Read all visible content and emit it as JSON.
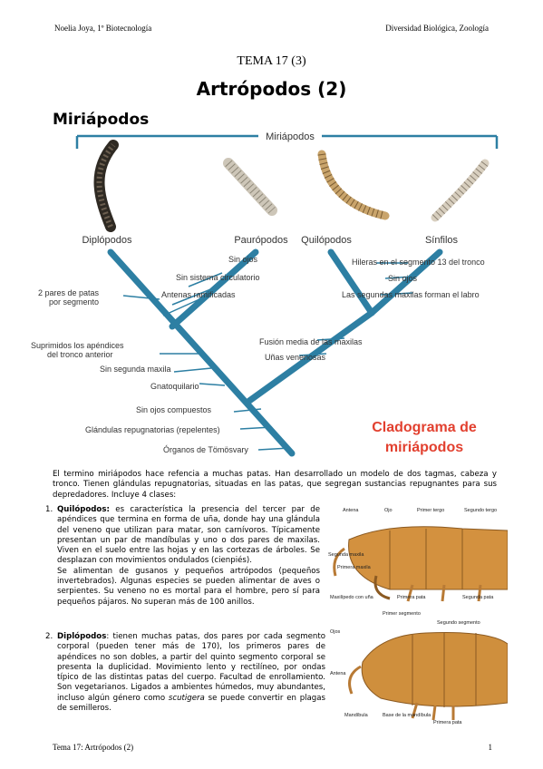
{
  "header": {
    "left": "Noelia Joya, 1º Biotecnología",
    "right": "Diversidad Biológica, Zoología"
  },
  "tema": "TEMA 17 (3)",
  "title": "Artrópodos (2)",
  "section": "Miriápodos",
  "cladogram": {
    "top_label": "Miriápodos",
    "taxa": [
      "Diplópodos",
      "Paurópodos",
      "Quilópodos",
      "Sínfilos"
    ],
    "left_traits": [
      "Sin ojos",
      "Sin sistema circulatorio",
      "Antenas ramificadas",
      "2 pares de patas",
      "por segmento",
      "Suprimidos los apéndices",
      "del tronco anterior",
      "Sin segunda maxila",
      "Gnatoquilario",
      "Sin ojos compuestos",
      "Glándulas repugnatorias (repelentes)",
      "Órganos de Tömösvary"
    ],
    "right_traits": [
      "Hileras en el segmento 13 del tronco",
      "Sin ojos",
      "Las segundas maxilas forman el labro",
      "Fusión media de las maxilas",
      "Uñas venenosas"
    ],
    "caption_line1": "Cladograma de",
    "caption_line2": "miriápodos",
    "caption_color": "#e2402f",
    "branch_color": "#2d7fa3"
  },
  "intro": "El termino miriápodos hace refencia a muchas patas. Han desarrollado un modelo de dos tagmas, cabeza y tronco. Tienen glándulas repugnatorias, situadas en las patas, que segregan sustancias repugnantes para sus depredadores. Incluye 4 clases:",
  "items": [
    {
      "num": "1.",
      "term": "Quilópodos:",
      "text": "es característica la presencia del tercer par de apéndices que termina en forma de uña, donde hay una glándula del veneno que utilizan para matar, son carnívoros. Típicamente presentan un par de mandíbulas y uno o dos pares de maxilas. Viven en el suelo entre las hojas y en las cortezas de árboles. Se desplazan con movimientos ondulados (cienpiés).",
      "text2": "Se alimentan de gusanos y pequeños artrópodos (pequeños invertebrados). Algunas especies se pueden alimentar de aves o serpientes. Su veneno no es mortal para el hombre, pero sí para pequeños pájaros. No superan más de 100 anillos."
    },
    {
      "num": "2.",
      "term": "Diplópodos",
      "text": ": tienen muchas patas, dos pares por cada segmento corporal (pueden tener más de 170), los primeros pares de apéndices no son dobles, a partir del quinto segmento corporal se presenta la duplicidad. Movimiento lento y rectilíneo, por ondas típico de las distintas patas del cuerpo. Facultad de enrollamiento. Son vegetarianos. Ligados a ambientes húmedos, muy abundantes, incluso algún género como",
      "italic": "scutigera",
      "text_end": "se puede convertir en plagas de semilleros."
    }
  ],
  "figure1_labels": [
    "Antena",
    "Ojo",
    "Primer tergo",
    "Segundo tergo",
    "Segunda maxila",
    "Primera maxila",
    "Maxilípedo con uña",
    "Primera pata",
    "Segunda pata"
  ],
  "figure2_labels": [
    "Ojos",
    "Primer segmento",
    "Segundo segmento",
    "Antena",
    "Mandíbula",
    "Base de la mandíbula",
    "Primera pata"
  ],
  "footer": {
    "left": "Tema 17: Artrópodos (2)",
    "right": "1"
  }
}
